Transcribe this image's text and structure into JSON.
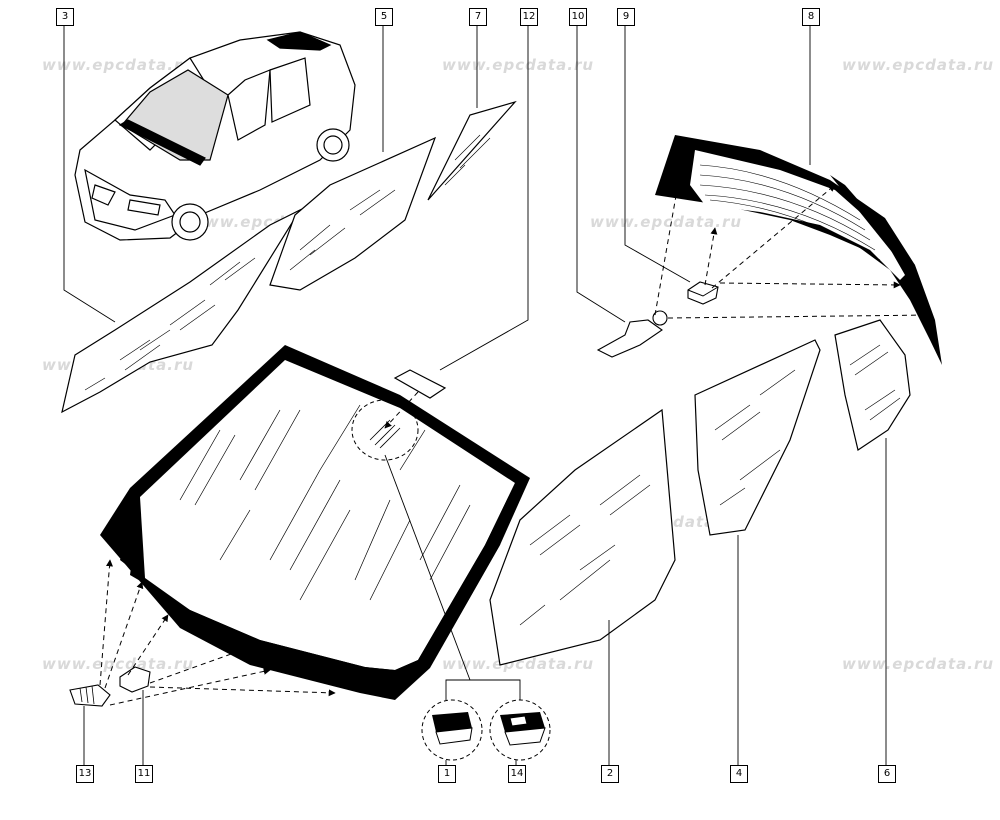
{
  "watermark": "www.epcdata.ru",
  "callouts": {
    "c1": "1",
    "c2": "2",
    "c3": "3",
    "c4": "4",
    "c5": "5",
    "c6": "6",
    "c7": "7",
    "c8": "8",
    "c9": "9",
    "c10": "10",
    "c11": "11",
    "c12": "12",
    "c13": "13",
    "c14": "14"
  }
}
